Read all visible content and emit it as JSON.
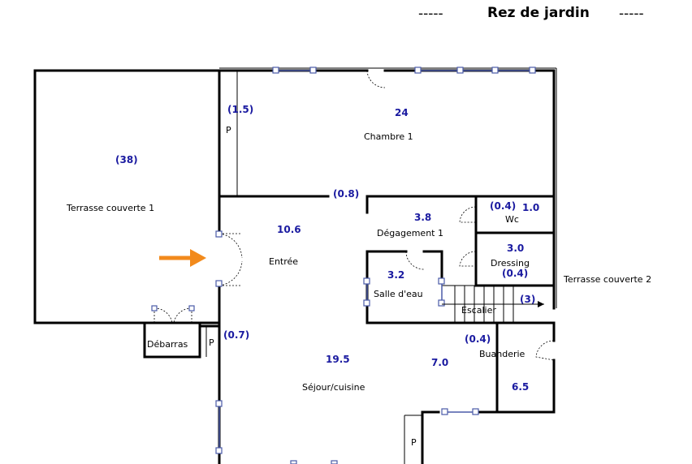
{
  "header": {
    "dashes_left": "-----",
    "title": "Rez de jardin",
    "dashes_right": "-----"
  },
  "rooms": {
    "terrasse1": {
      "label": "Terrasse couverte 1",
      "area": "(38)"
    },
    "chambre1": {
      "label": "Chambre 1",
      "area": "24"
    },
    "closet_p": {
      "label": "P",
      "area": "(1.5)"
    },
    "corridor_small": {
      "area": "(0.8)"
    },
    "degagement": {
      "label": "Dégagement 1",
      "area": "3.8"
    },
    "wc": {
      "label": "Wc",
      "area": "1.0",
      "area2": "(0.4)"
    },
    "dressing": {
      "label": "Dressing",
      "area": "3.0",
      "area2": "(0.4)"
    },
    "entree": {
      "label": "Entrée",
      "area": "10.6"
    },
    "salle_eau": {
      "label": "Salle d'eau",
      "area": "3.2"
    },
    "escalier": {
      "label": "Escalier",
      "area": "(3)"
    },
    "terrasse2": {
      "label": "Terrasse couverte 2"
    },
    "debarras": {
      "label": "Débarras"
    },
    "p_small": {
      "label": "P",
      "area": "(0.7)"
    },
    "sejour": {
      "label": "Séjour/cuisine",
      "area": "19.5"
    },
    "zone7": {
      "area": "7.0"
    },
    "buanderie": {
      "label": "Buanderie",
      "area": "(0.4)"
    },
    "zone65": {
      "area": "6.5"
    },
    "p_bottom": {
      "label": "P"
    }
  },
  "colors": {
    "arrow": "#f28a1c",
    "area_text": "#1a1aa0",
    "window": "#4a5aa8"
  }
}
